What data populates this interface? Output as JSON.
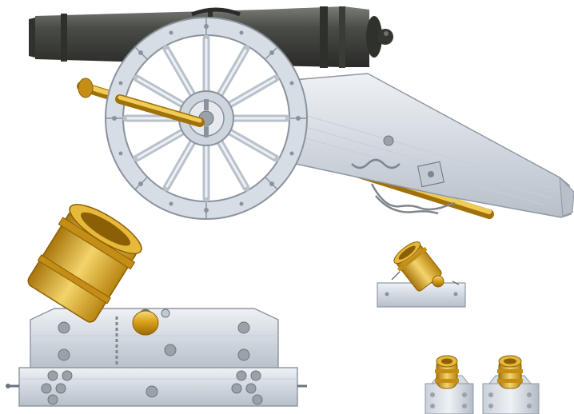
{
  "illustration": {
    "background": "#ffffff",
    "colors": {
      "barrel_iron": "#3f413c",
      "barrel_highlight": "#6f726b",
      "wood_light": "#dfe4ea",
      "wood_mid": "#c3cad3",
      "wood_dark": "#8f98a3",
      "brass": "#d9a21b",
      "brass_light": "#f3d46a",
      "brass_dark": "#a0700a",
      "chain": "#7f858c",
      "bolt": "#9aa1a9"
    },
    "objects": [
      {
        "name": "field-cannon",
        "icon": "field-cannon-icon"
      },
      {
        "name": "large-mortar",
        "icon": "mortar-icon"
      },
      {
        "name": "small-mortar",
        "icon": "mortar-icon"
      },
      {
        "name": "coehorn-mortar-left",
        "icon": "mortar-icon"
      },
      {
        "name": "coehorn-mortar-right",
        "icon": "mortar-icon"
      }
    ]
  }
}
